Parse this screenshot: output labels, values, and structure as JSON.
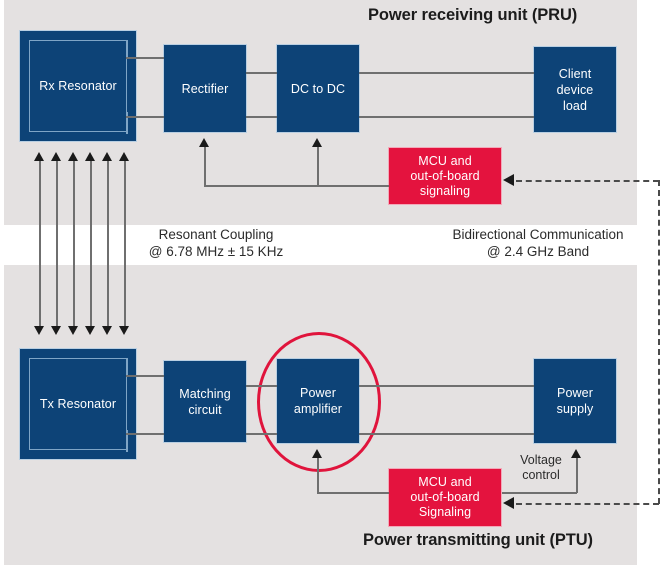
{
  "diagram": {
    "title_top": "Power receiving unit (PRU)",
    "title_bottom": "Power transmitting unit (PTU)",
    "colors": {
      "block_blue": "#0d4377",
      "block_red": "#e4133e",
      "panel_gray": "#e4e1e1",
      "highlight_circle_red": "#e0143c",
      "wire_gray": "#6f6f6f",
      "coil_outline": "#7fa5c6"
    },
    "pru": {
      "blocks": [
        {
          "id": "rx-resonator",
          "label": "Rx Resonator",
          "type": "resonator"
        },
        {
          "id": "rectifier",
          "label": "Rectifier",
          "type": "block"
        },
        {
          "id": "dc-to-dc",
          "label": "DC to DC",
          "type": "block"
        },
        {
          "id": "client-device-load",
          "label": "Client\ndevice\nload",
          "line1": "Client",
          "line2": "device",
          "line3": "load",
          "type": "block"
        },
        {
          "id": "pru-mcu",
          "line1": "MCU and",
          "line2": "out-of-board",
          "line3": "signaling",
          "type": "mcu"
        }
      ]
    },
    "ptu": {
      "blocks": [
        {
          "id": "tx-resonator",
          "label": "Tx Resonator",
          "type": "resonator"
        },
        {
          "id": "matching-circuit",
          "line1": "Matching",
          "line2": "circuit",
          "type": "block"
        },
        {
          "id": "power-amplifier",
          "line1": "Power",
          "line2": "amplifier",
          "type": "block",
          "highlighted": true
        },
        {
          "id": "power-supply",
          "line1": "Power",
          "line2": "supply",
          "type": "block"
        },
        {
          "id": "ptu-mcu",
          "line1": "MCU and",
          "line2": "out-of-board",
          "line3": "Signaling",
          "type": "mcu"
        }
      ],
      "voltage_control_label_line1": "Voltage",
      "voltage_control_label_line2": "control"
    },
    "middle_captions": {
      "left_line1": "Resonant Coupling",
      "left_line2": "@ 6.78 MHz ± 15 KHz",
      "right_line1": "Bidirectional Communication",
      "right_line2": "@ 2.4 GHz Band"
    },
    "coupling_arrows_count": 6
  }
}
